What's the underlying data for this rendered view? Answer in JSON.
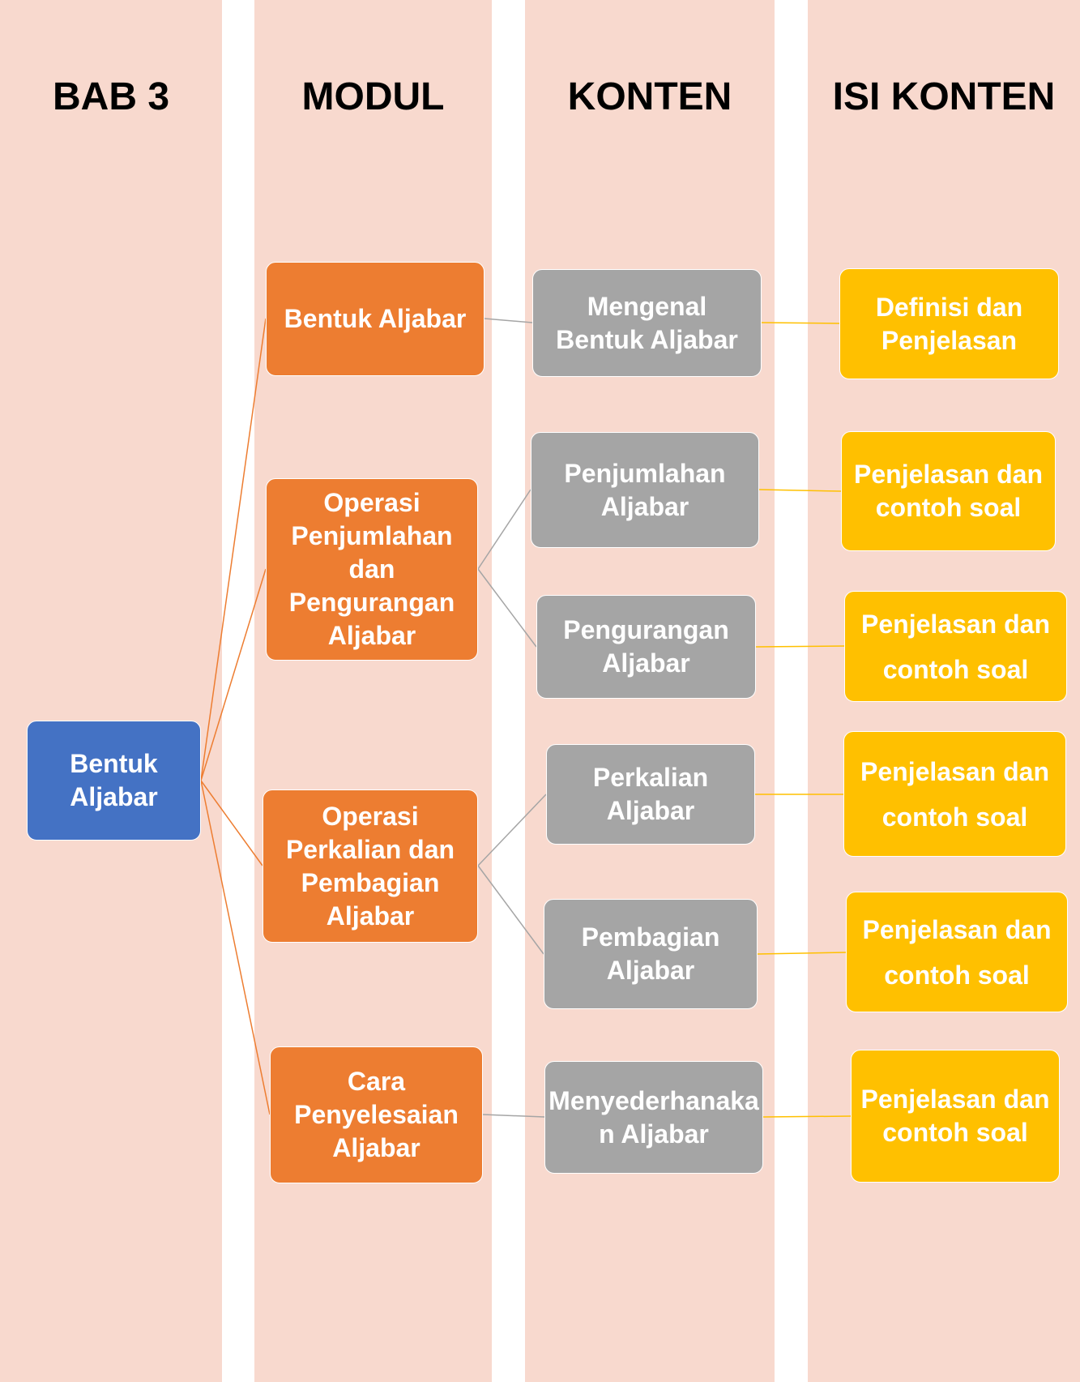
{
  "headers": [
    "BAB 3",
    "MODUL",
    "KONTEN",
    "ISI KONTEN"
  ],
  "root": "Bentuk Aljabar",
  "modules": [
    "Bentuk Aljabar",
    "Operasi Penjumlahan dan Pengurangan Aljabar",
    "Operasi Perkalian dan Pembagian Aljabar",
    "Cara Penyelesaian Aljabar"
  ],
  "contents": [
    "Mengenal Bentuk Aljabar",
    "Penjumlahan Aljabar",
    "Pengurangan Aljabar",
    "Perkalian Aljabar",
    "Pembagian Aljabar",
    "Menyederhanakan Aljabar"
  ],
  "details": [
    "Definisi dan Penjelasan",
    "Penjelasan dan contoh soal",
    "Penjelasan dan contoh soal",
    "Penjelasan dan contoh soal",
    "Penjelasan dan contoh soal",
    "Penjelasan dan contoh soal"
  ],
  "colors": {
    "background": "#f8d9ce",
    "root": "#4472c4",
    "module": "#ed7d31",
    "content": "#a5a5a5",
    "detail": "#ffc000"
  }
}
